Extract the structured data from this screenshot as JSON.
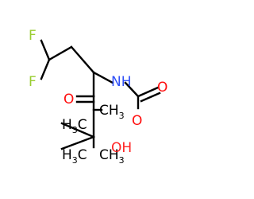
{
  "molecule": {
    "bond_color": "#000000",
    "atoms": {
      "f_top": {
        "text": "F",
        "color": "#9acd32"
      },
      "f_bot": {
        "text": "F",
        "color": "#9acd32"
      },
      "nh": {
        "text": "NH",
        "color": "#3050f8"
      },
      "o_ketone": {
        "text": "O",
        "color": "#ff0d0d"
      },
      "o_carb": {
        "text": "O",
        "color": "#ff0d0d"
      },
      "o_ester": {
        "text": "O",
        "color": "#ff0d0d"
      },
      "ch3_a": {
        "main": "CH",
        "sub": "3"
      },
      "ch3_b": {
        "main": "H",
        "sub": "3",
        "tail": "C"
      },
      "ch3_c": {
        "main": "H",
        "sub": "3",
        "tail": "C"
      },
      "ch3_d": {
        "main": "CH",
        "sub": "3"
      },
      "oh": {
        "text": "OH",
        "color": "#ff0d0d"
      }
    }
  }
}
